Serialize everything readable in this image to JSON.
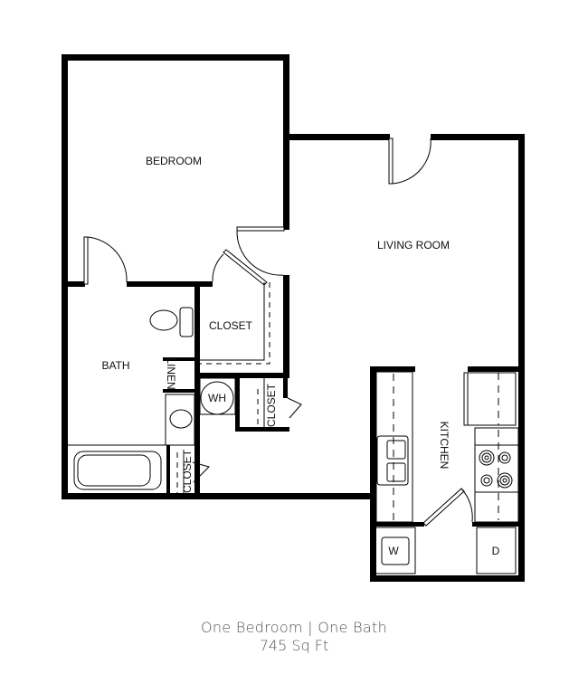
{
  "plan": {
    "rooms": {
      "bedroom": "BEDROOM",
      "living_room": "LIVING ROOM",
      "bath": "BATH",
      "closet_main": "CLOSET",
      "linen": "LINEN",
      "water_heater": "WH",
      "closet_utility": "CLOSET",
      "closet_bath": "CLOSET",
      "kitchen": "KITCHEN",
      "washer": "W",
      "dryer": "D"
    },
    "wall_color": "#000000",
    "background": "#ffffff"
  },
  "caption": {
    "line1": "One Bedroom | One Bath",
    "line2": "745 Sq Ft"
  }
}
